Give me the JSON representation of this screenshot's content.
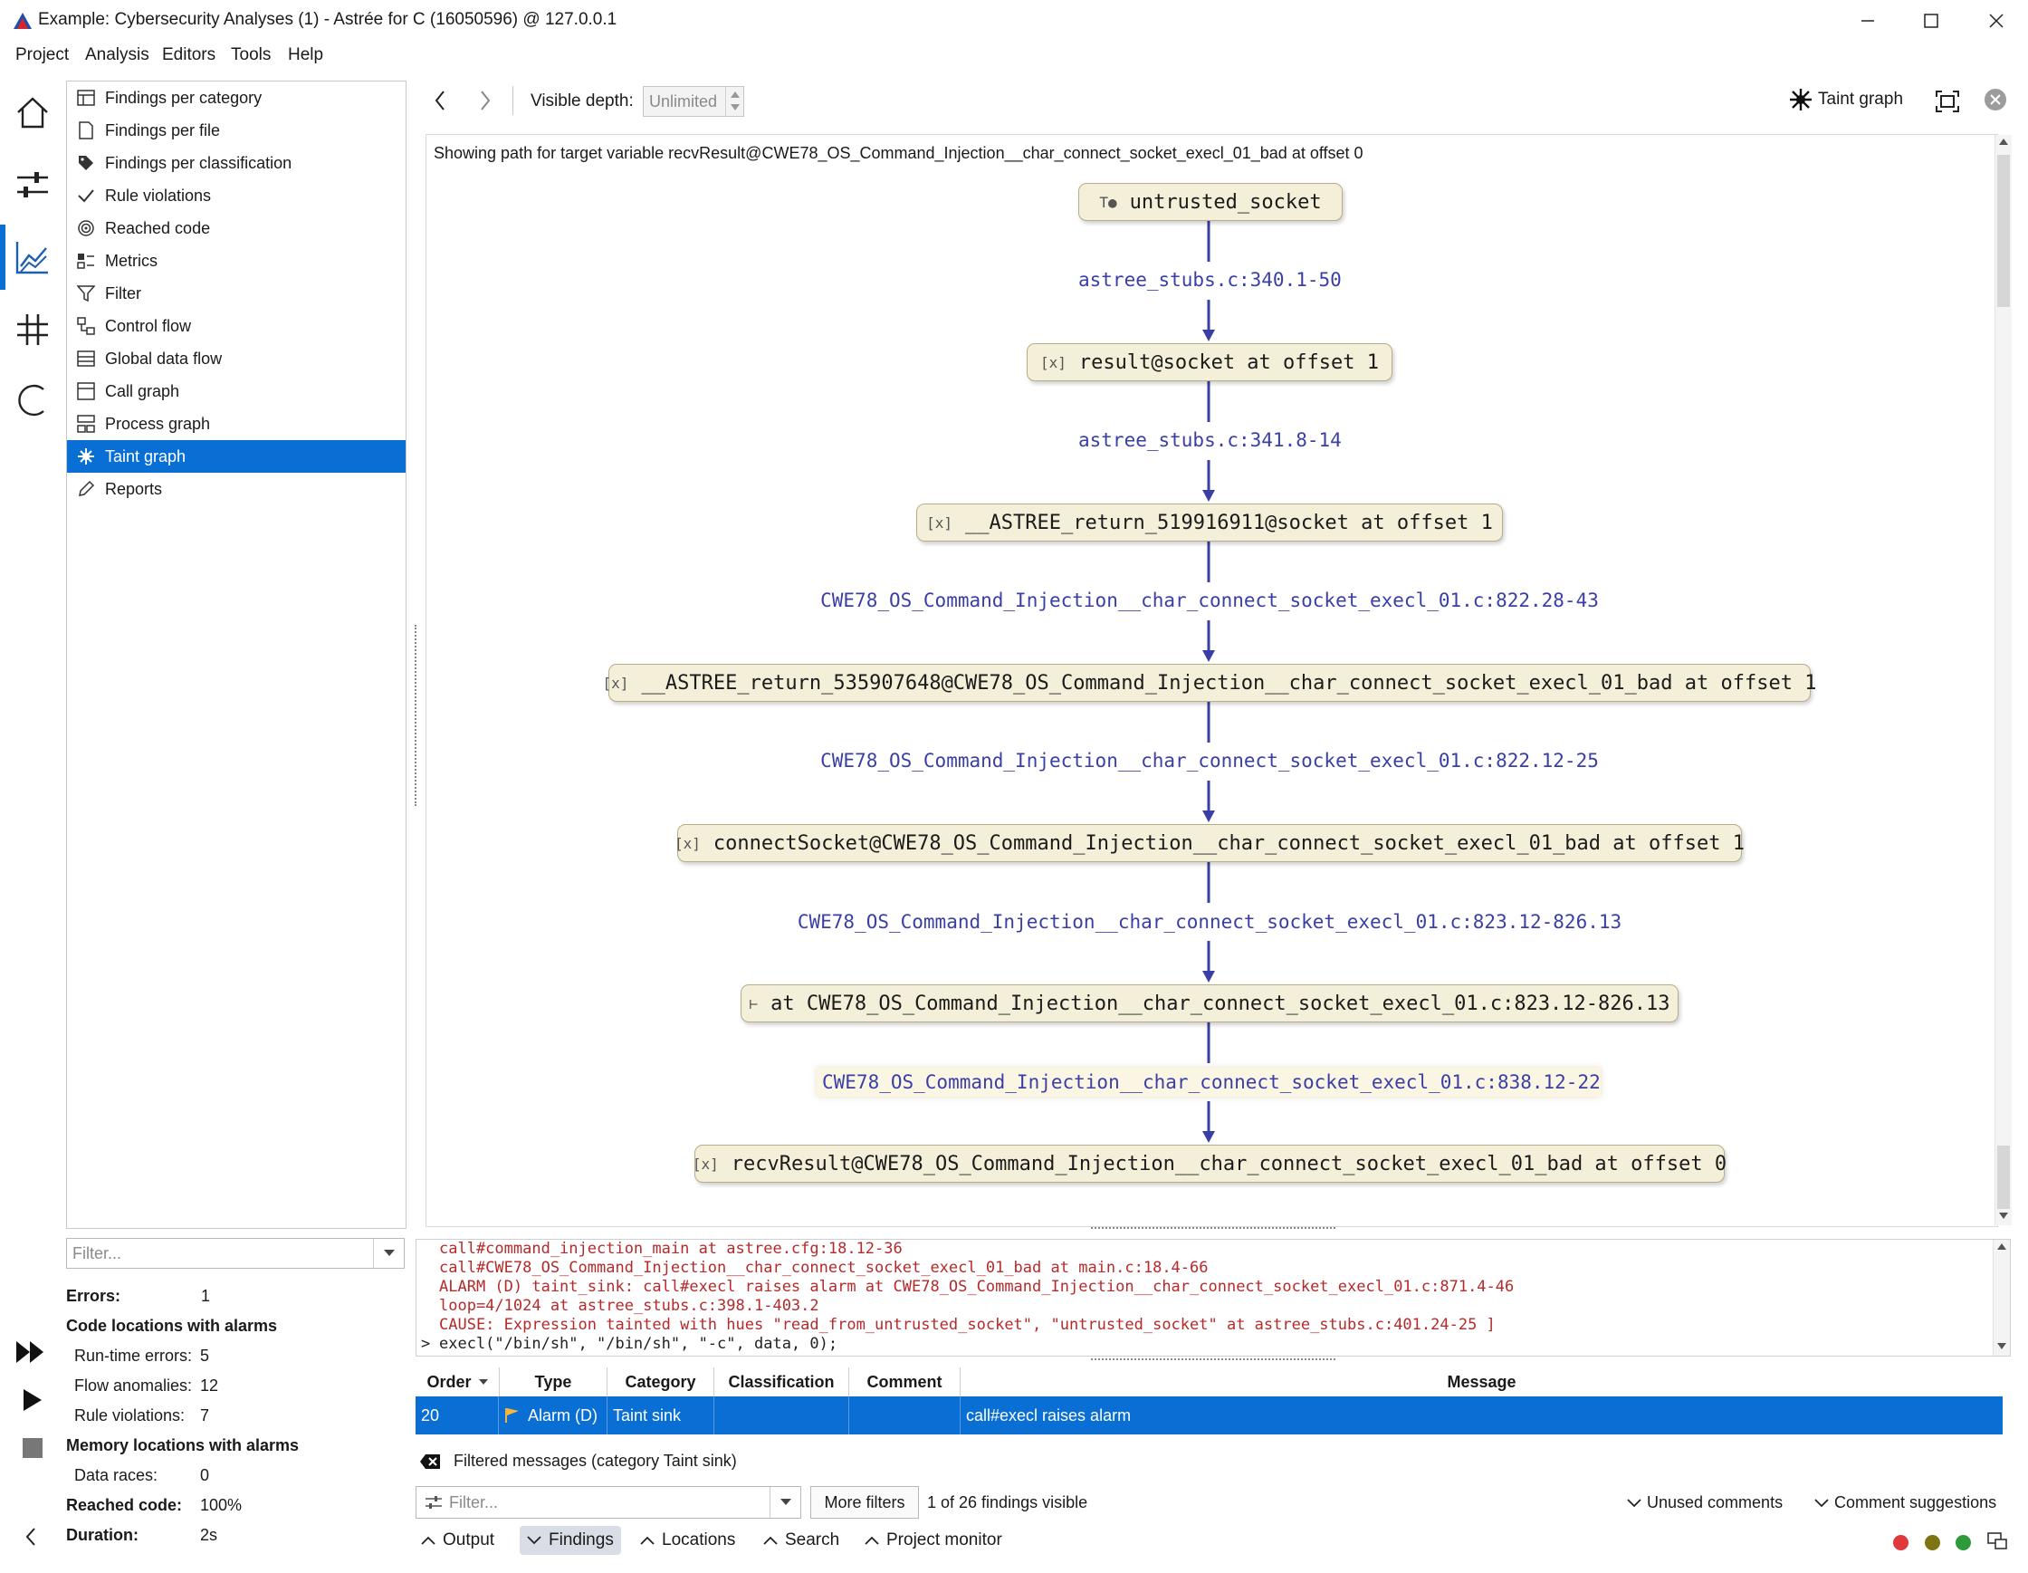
{
  "window": {
    "title": "Example: Cybersecurity Analyses (1) - Astrée for C (16050596) @ 127.0.0.1"
  },
  "menu": [
    "Project",
    "Analysis",
    "Editors",
    "Tools",
    "Help"
  ],
  "rail": {
    "icons": [
      "home-icon",
      "sliders-icon",
      "chart-icon",
      "hash-icon",
      "refresh-icon"
    ],
    "active_index": 2
  },
  "tree": {
    "items": [
      {
        "label": "Findings per category",
        "icon": "table-icon"
      },
      {
        "label": "Findings per file",
        "icon": "file-icon"
      },
      {
        "label": "Findings per classification",
        "icon": "tag-icon"
      },
      {
        "label": "Rule violations",
        "icon": "check-icon"
      },
      {
        "label": "Reached code",
        "icon": "target-icon"
      },
      {
        "label": "Metrics",
        "icon": "metrics-icon"
      },
      {
        "label": "Filter",
        "icon": "filter-icon"
      },
      {
        "label": "Control flow",
        "icon": "flow-icon"
      },
      {
        "label": "Global data flow",
        "icon": "data-flow-icon"
      },
      {
        "label": "Call graph",
        "icon": "call-graph-icon"
      },
      {
        "label": "Process graph",
        "icon": "process-graph-icon"
      },
      {
        "label": "Taint graph",
        "icon": "taint-icon"
      },
      {
        "label": "Reports",
        "icon": "pen-icon"
      }
    ],
    "selected_index": 11,
    "filter_placeholder": "Filter..."
  },
  "stats": {
    "errors_label": "Errors:",
    "errors_value": "1",
    "code_locations_label": "Code locations with alarms",
    "runtime_label": "Run-time errors:",
    "runtime_value": "5",
    "flow_label": "Flow anomalies:",
    "flow_value": "12",
    "rule_label": "Rule violations:",
    "rule_value": "7",
    "memory_label": "Memory locations with alarms",
    "races_label": "Data races:",
    "races_value": "0",
    "reached_label": "Reached code:",
    "reached_value": "100%",
    "duration_label": "Duration:",
    "duration_value": "2s"
  },
  "toolbar": {
    "depth_label": "Visible depth:",
    "depth_value": "Unlimited",
    "view_label": "Taint graph"
  },
  "graph": {
    "header": "Showing path for target variable recvResult@CWE78_OS_Command_Injection__char_connect_socket_execl_01_bad at offset 0",
    "nodes": [
      {
        "label": "untrusted_socket",
        "icon": "taint-source-icon"
      },
      {
        "label": "result@socket at offset 1",
        "icon": "variable-icon"
      },
      {
        "label": "__ASTREE_return_519916911@socket at offset 1",
        "icon": "variable-icon"
      },
      {
        "label": "__ASTREE_return_535907648@CWE78_OS_Command_Injection__char_connect_socket_execl_01_bad at offset 1",
        "icon": "variable-icon"
      },
      {
        "label": "connectSocket@CWE78_OS_Command_Injection__char_connect_socket_execl_01_bad at offset 1",
        "icon": "variable-icon"
      },
      {
        "label": "at CWE78_OS_Command_Injection__char_connect_socket_execl_01.c:823.12-826.13",
        "icon": "location-icon"
      },
      {
        "label": "recvResult@CWE78_OS_Command_Injection__char_connect_socket_execl_01_bad at offset 0",
        "icon": "variable-icon"
      }
    ],
    "edges": [
      "astree_stubs.c:340.1-50",
      "astree_stubs.c:341.8-14",
      "CWE78_OS_Command_Injection__char_connect_socket_execl_01.c:822.28-43",
      "CWE78_OS_Command_Injection__char_connect_socket_execl_01.c:822.12-25",
      "CWE78_OS_Command_Injection__char_connect_socket_execl_01.c:823.12-826.13",
      "CWE78_OS_Command_Injection__char_connect_socket_execl_01.c:838.12-22"
    ],
    "highlighted_edge_index": 5,
    "edge_color": "#3a3fa6"
  },
  "console": {
    "lines": [
      "call#command_injection_main at astree.cfg:18.12-36",
      "call#CWE78_OS_Command_Injection__char_connect_socket_execl_01_bad at main.c:18.4-66",
      "ALARM (D) taint_sink: call#execl raises alarm at CWE78_OS_Command_Injection__char_connect_socket_execl_01.c:871.4-46",
      "loop=4/1024 at astree_stubs.c:398.1-403.2",
      "CAUSE: Expression tainted with hues \"read_from_untrusted_socket\", \"untrusted_socket\" at astree_stubs.c:401.24-25 ]"
    ],
    "code_line": "execl(\"/bin/sh\", \"/bin/sh\", \"-c\", data, 0);",
    "prompt": ">"
  },
  "table": {
    "headers": [
      "Order",
      "Type",
      "Category",
      "Classification",
      "Comment",
      "Message"
    ],
    "row": {
      "order": "20",
      "type": "Alarm (D)",
      "category": "Taint sink",
      "classification": "",
      "comment": "",
      "message": "call#execl raises alarm"
    }
  },
  "filters": {
    "filtered_label": "Filtered messages (category Taint sink)",
    "placeholder": "Filter...",
    "more_filters": "More filters",
    "visible_count": "1 of 26 findings visible",
    "unused_comments": "Unused comments",
    "comment_suggestions": "Comment suggestions"
  },
  "bottom_tabs": [
    "Output",
    "Findings",
    "Locations",
    "Search",
    "Project monitor"
  ],
  "active_bottom_tab": "Findings",
  "status_dots": [
    "#e0393b",
    "#7d7413",
    "#2e9b3a"
  ],
  "accent": "#0a6fd4"
}
